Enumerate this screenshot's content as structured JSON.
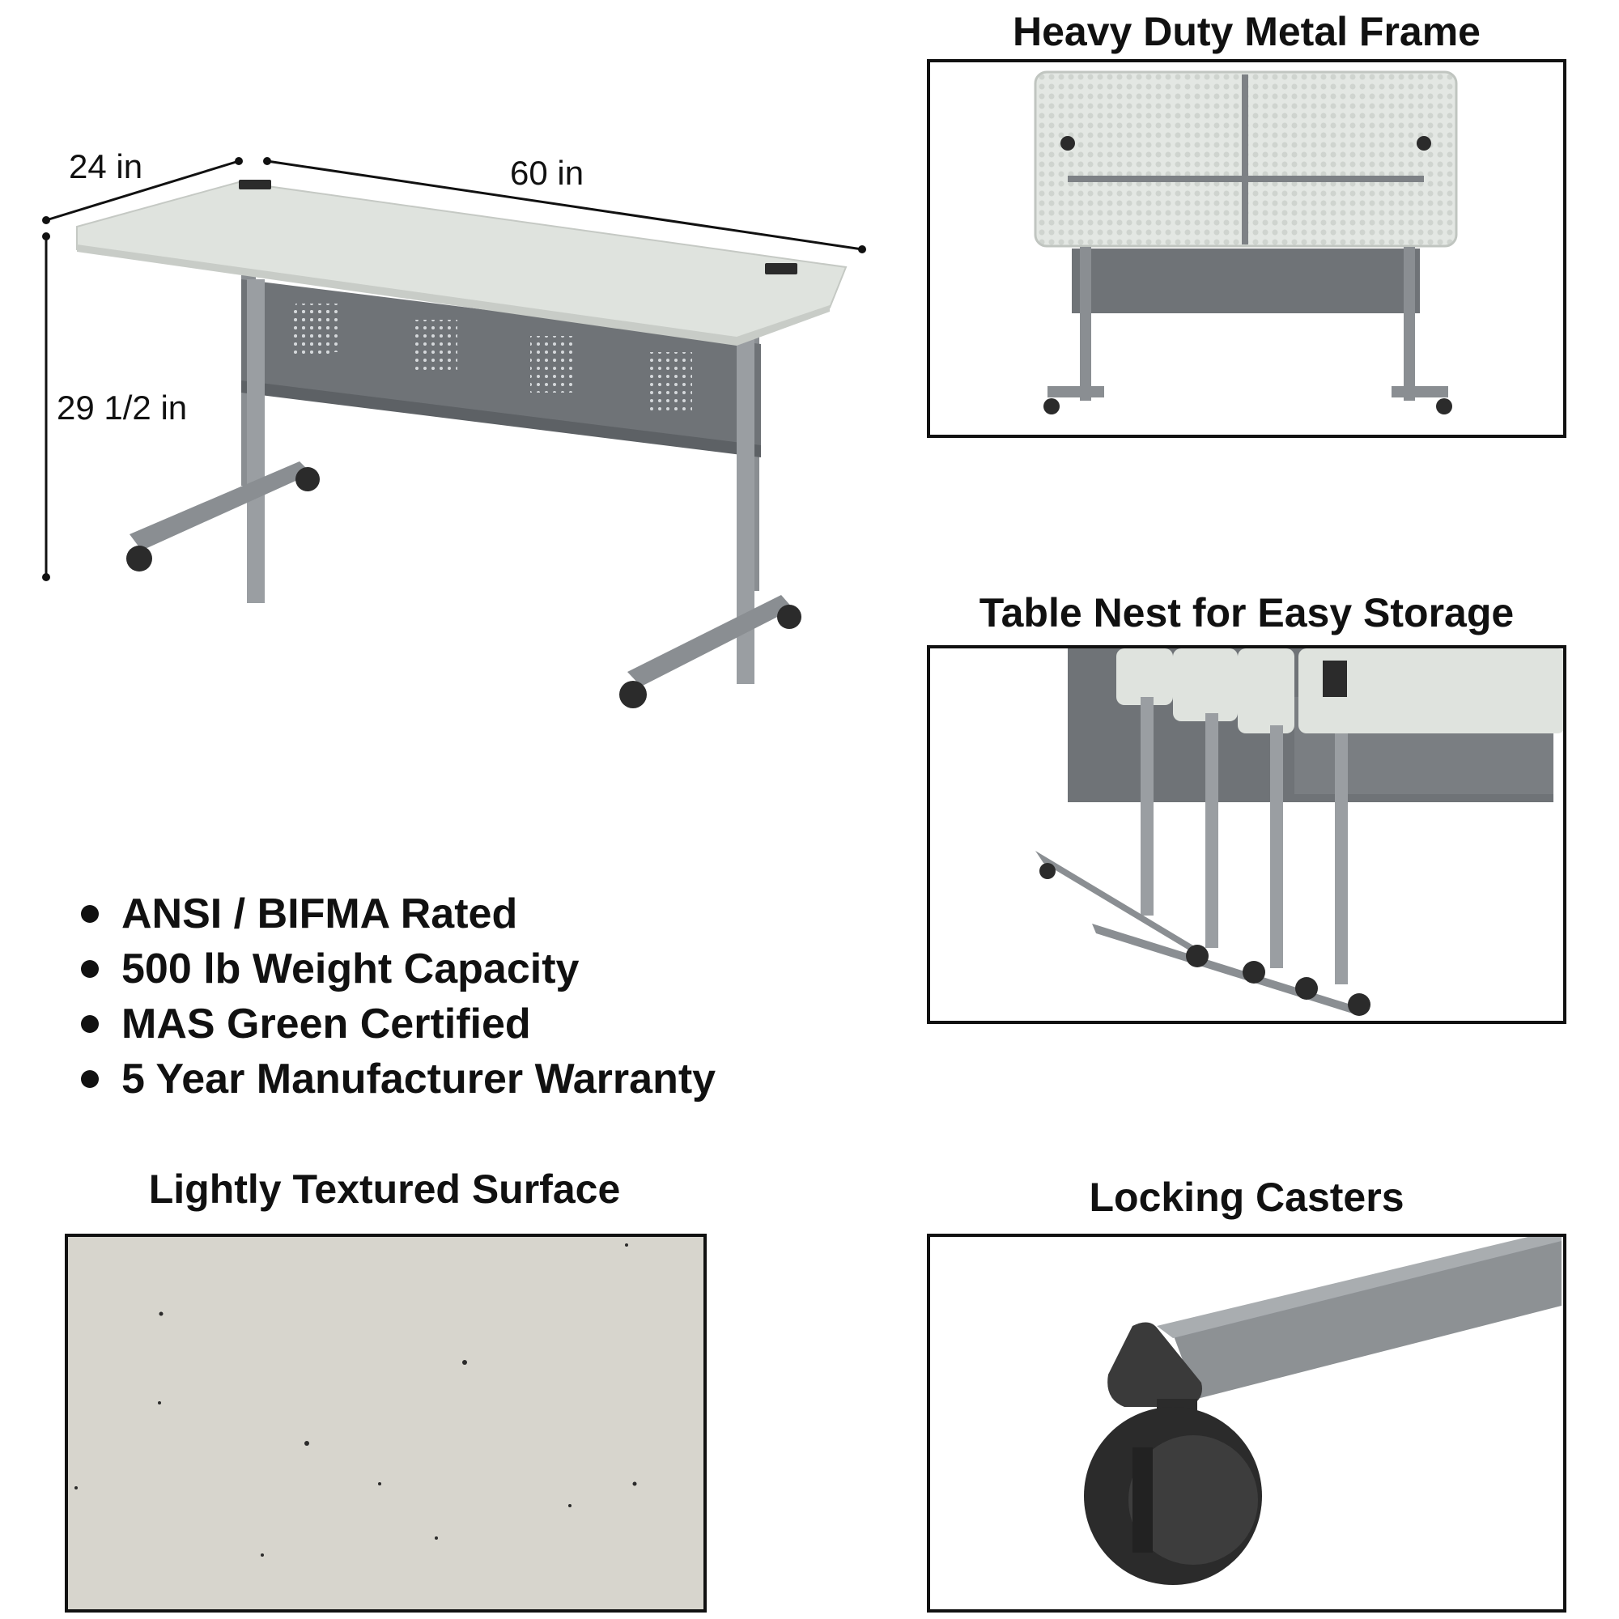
{
  "dimensions": {
    "depth": "24 in",
    "width": "60 in",
    "height": "29 1/2 in"
  },
  "features": [
    "ANSI / BIFMA Rated",
    "500 lb Weight Capacity",
    "MAS Green Certified",
    "5 Year Manufacturer Warranty"
  ],
  "panels": {
    "frame": {
      "title": "Heavy Duty Metal Frame"
    },
    "nest": {
      "title": "Table Nest for Easy Storage"
    },
    "surface": {
      "title": "Lightly Textured Surface"
    },
    "casters": {
      "title": "Locking Casters"
    }
  },
  "colors": {
    "tabletop": "#dfe3de",
    "frame_metal": "#8a8e92",
    "modesty_panel": "#6f7377",
    "caster": "#2b2b2b",
    "surface_texture": "#d7d5cd"
  }
}
